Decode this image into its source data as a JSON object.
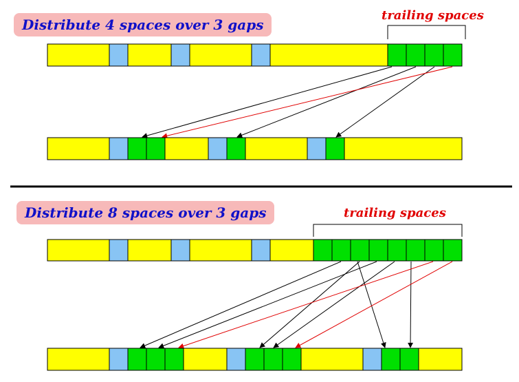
{
  "sections": [
    {
      "title": "Distribute 4 spaces over 3 gaps",
      "trailing_label": "trailing spaces",
      "space_count": 4,
      "gap_count": 3
    },
    {
      "title": "Distribute 8 spaces over 3 gaps",
      "trailing_label": "trailing spaces",
      "space_count": 8,
      "gap_count": 3
    }
  ],
  "colors": {
    "word": "#ffff00",
    "gap": "#88c4f4",
    "space": "#00e000",
    "outline": "#000000",
    "arrow": "#000000",
    "arrow_highlight": "#e00000",
    "title_bg": "#f7b9b9",
    "title_text": "#1010c8",
    "label_text": "#e00000"
  }
}
